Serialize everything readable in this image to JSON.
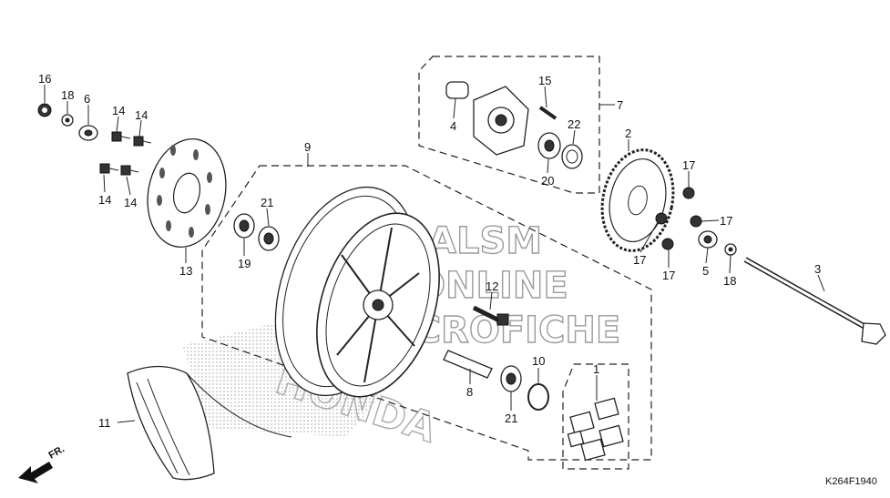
{
  "diagram": {
    "reference_code": "K264F1940",
    "watermark_lines": [
      "ALSM",
      "ONLINE",
      "MICROFICHE"
    ],
    "stamp_text": "HONDA",
    "direction_label": "FR.",
    "callouts": [
      "16",
      "18",
      "6",
      "14",
      "14",
      "14",
      "14",
      "13",
      "9",
      "21",
      "19",
      "4",
      "15",
      "22",
      "20",
      "7",
      "2",
      "17",
      "17",
      "17",
      "17",
      "5",
      "18",
      "3",
      "12",
      "8",
      "21",
      "10",
      "1",
      "11"
    ]
  }
}
